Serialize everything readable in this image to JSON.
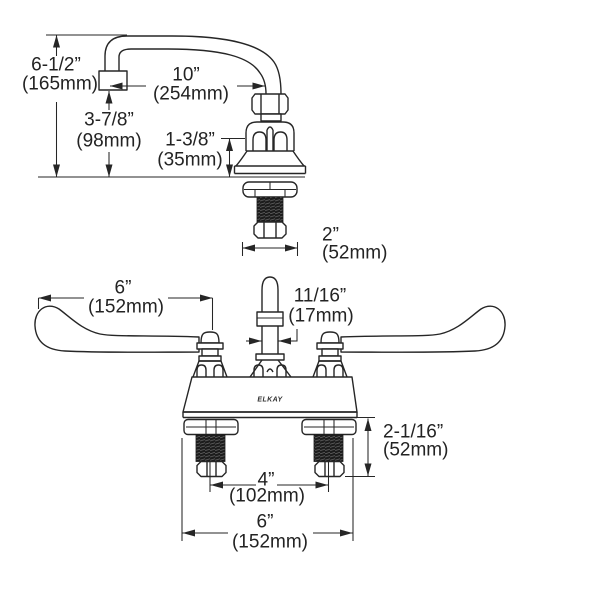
{
  "drawing": {
    "brand": "ELKAY",
    "background": "#ffffff",
    "line_color": "#262626",
    "text_color": "#232323",
    "views": [
      "side-elevation",
      "front-elevation"
    ]
  },
  "dims": {
    "side_height_in": "6-1/2”",
    "side_height_mm": "(165mm)",
    "reach_in": "10”",
    "reach_mm": "(254mm)",
    "aerator_in": "3-7/8”",
    "aerator_mm": "(98mm)",
    "body_in": "1-3/8”",
    "body_mm": "(35mm)",
    "deck_in": "2”",
    "deck_mm": "(52mm)",
    "handle_in": "6”",
    "handle_mm": "(152mm)",
    "dia_in": "11/16”",
    "dia_mm": "(17mm)",
    "under_in": "2-1/16”",
    "under_mm": "(52mm)",
    "centers_in": "4”",
    "centers_mm": "(102mm)",
    "width_in": "6”",
    "width_mm": "(152mm)"
  }
}
